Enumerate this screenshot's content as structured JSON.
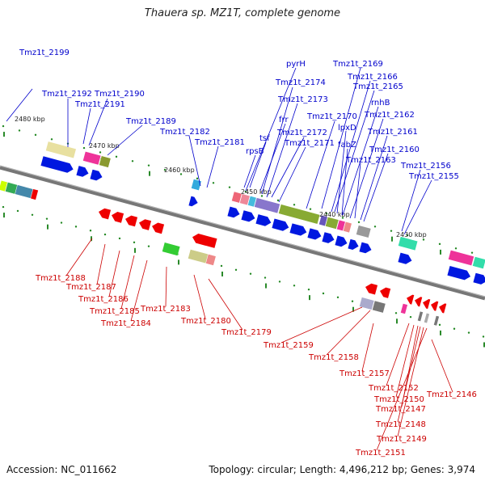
{
  "title": "Thauera sp. MZ1T, complete genome",
  "accession": "Accession: NC_011662",
  "topology": "Topology: circular; Length: 4,496,212 bp; Genes: 3,974",
  "colors": {
    "upper_label": "#0000cc",
    "lower_label": "#cc0000",
    "backbone": "#777777"
  },
  "kbp_labels": [
    "2480 kbp",
    "2470 kbp",
    "2460 kbp",
    "2450 kbp",
    "2440 kbp",
    "2430 kbp"
  ],
  "upper_genes": [
    "Tmz1t_2199",
    "Tmz1t_2192",
    "Tmz1t_2190",
    "Tmz1t_2191",
    "Tmz1t_2189",
    "Tmz1t_2182",
    "Tmz1t_2181",
    "pyrH",
    "Tmz1t_2174",
    "Tmz1t_2173",
    "frr",
    "tsf",
    "rpsB",
    "Tmz1t_2172",
    "Tmz1t_2171",
    "Tmz1t_2170",
    "Tmz1t_2169",
    "Tmz1t_2166",
    "Tmz1t_2165",
    "rnhB",
    "lpxD",
    "fabZ",
    "Tmz1t_2162",
    "Tmz1t_2161",
    "Tmz1t_2160",
    "Tmz1t_2163",
    "Tmz1t_2156",
    "Tmz1t_2155"
  ],
  "lower_genes": [
    "Tmz1t_2188",
    "Tmz1t_2187",
    "Tmz1t_2186",
    "Tmz1t_2185",
    "Tmz1t_2184",
    "Tmz1t_2183",
    "Tmz1t_2180",
    "Tmz1t_2179",
    "Tmz1t_2159",
    "Tmz1t_2158",
    "Tmz1t_2157",
    "Tmz1t_2152",
    "Tmz1t_2150",
    "Tmz1t_2147",
    "Tmz1t_2148",
    "Tmz1t_2149",
    "Tmz1t_2151",
    "Tmz1t_2146"
  ]
}
